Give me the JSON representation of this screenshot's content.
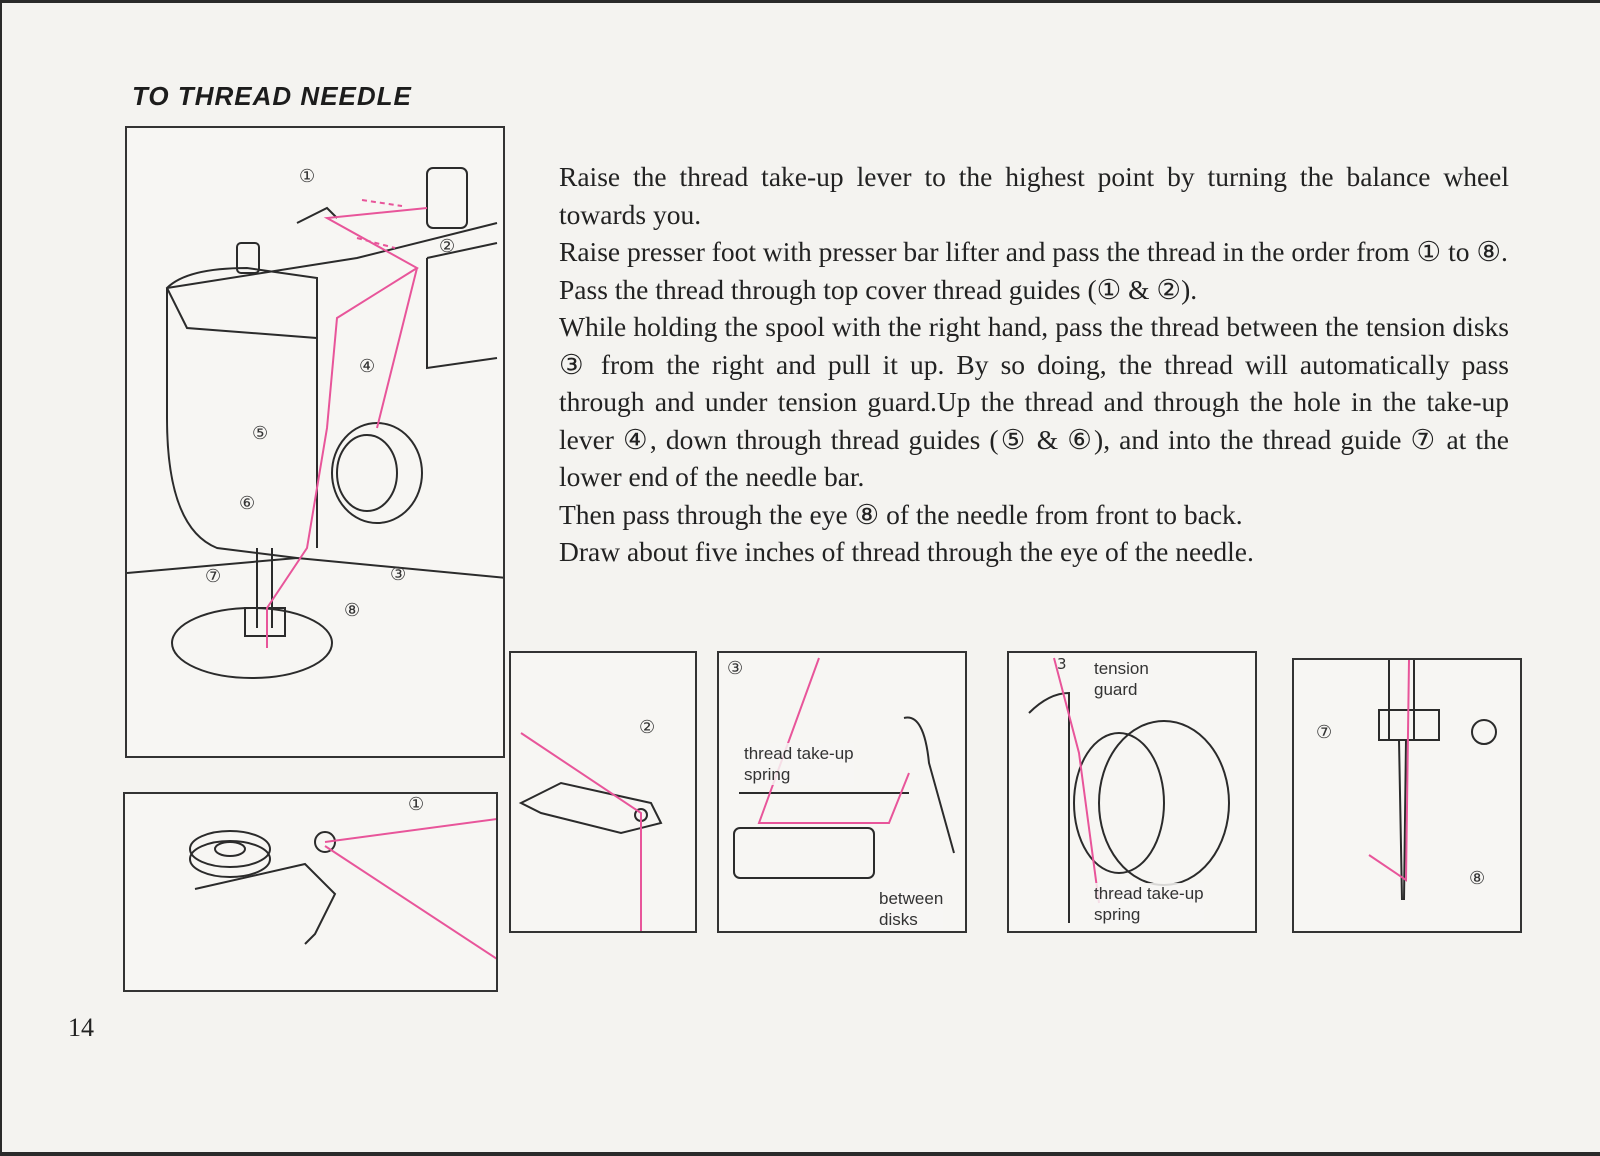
{
  "heading": "TO THREAD NEEDLE",
  "page_number": "14",
  "instructions": [
    "Raise the thread take-up lever to the highest point by turning the balance wheel towards you.",
    "Raise presser foot with presser bar lifter and pass the thread in the order from ① to ⑧.",
    "Pass the thread through top cover thread guides (① & ②).",
    "While holding the spool with the right hand, pass the thread between the tension disks ③ from the right and pull it up. By so doing, the thread will automatically pass through and under tension guard.Up the thread and through the hole in the take-up lever ④, down through thread guides (⑤ & ⑥), and into the thread guide ⑦ at the lower end of the needle bar.",
    "Then pass through the eye ⑧ of the needle from front to back.",
    "Draw about five inches of thread through the eye of the needle."
  ],
  "figures": {
    "main": {
      "markers": [
        "①",
        "②",
        "③",
        "④",
        "⑤",
        "⑥",
        "⑦",
        "⑧"
      ]
    },
    "spool_guide": {
      "marker": "①"
    },
    "guide_two": {
      "marker": "②"
    },
    "tension_disks": {
      "marker": "③",
      "label_spring": "thread take-up\nspring",
      "label_disks": "between\ndisks"
    },
    "tension_guard": {
      "marker": "3",
      "label_guard": "tension\nguard",
      "label_spring": "thread take-up\nspring"
    },
    "needle": {
      "marker_guide": "⑦",
      "marker_eye": "⑧"
    }
  },
  "colors": {
    "thread": "#e8559a",
    "ink": "#2b2b2b",
    "paper": "#f4f3f0"
  }
}
